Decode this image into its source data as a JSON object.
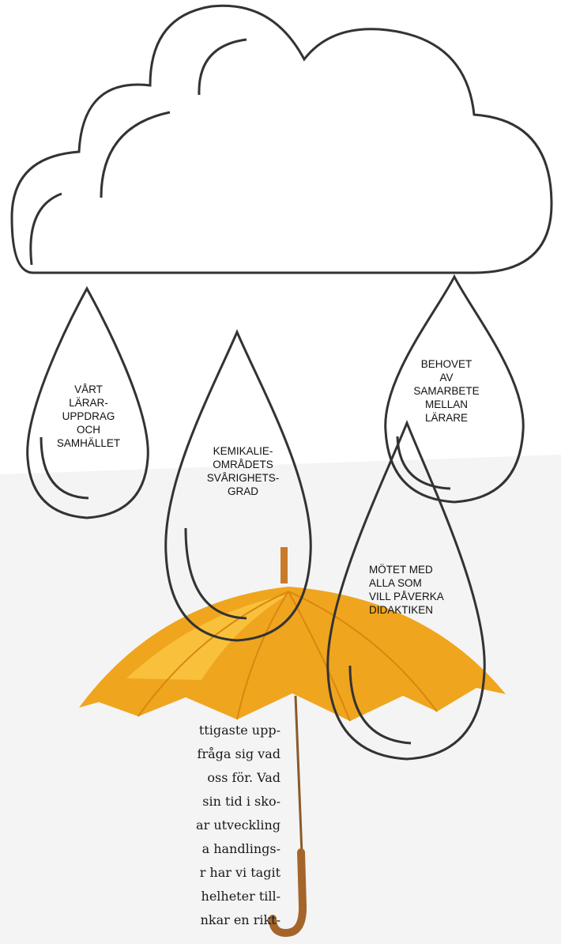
{
  "drops": [
    {
      "lines": [
        "VÅRT",
        "LÄRAR-",
        "UPPDRAG",
        "OCH",
        "SAMHÄLLET"
      ]
    },
    {
      "lines": [
        "KEMIKALIE-",
        "OMRÅDETS",
        "SVÅRIGHETS-",
        "GRAD"
      ]
    },
    {
      "lines": [
        "BEHOVET",
        "AV",
        "SAMARBETE",
        "MELLAN",
        "LÄRARE"
      ]
    },
    {
      "lines": [
        "MÖTET MED",
        "ALLA  SOM",
        "VILL PÅVERKA",
        "DIDAKTIKEN"
      ]
    }
  ],
  "body_text": [
    "ttigaste upp-",
    "fråga sig vad",
    "oss för. Vad",
    "sin tid i sko-",
    "ar utveckling",
    "a handlings-",
    "r har vi tagit",
    "helheter till-",
    "nkar en rikt-"
  ],
  "colors": {
    "outline": "#333333",
    "umbrella": "#f0a51e",
    "umbrella_light": "#fbc842",
    "umbrella_shadow": "#d8870f",
    "handle": "#a5652a",
    "background_tint": "#f2f2f2"
  }
}
